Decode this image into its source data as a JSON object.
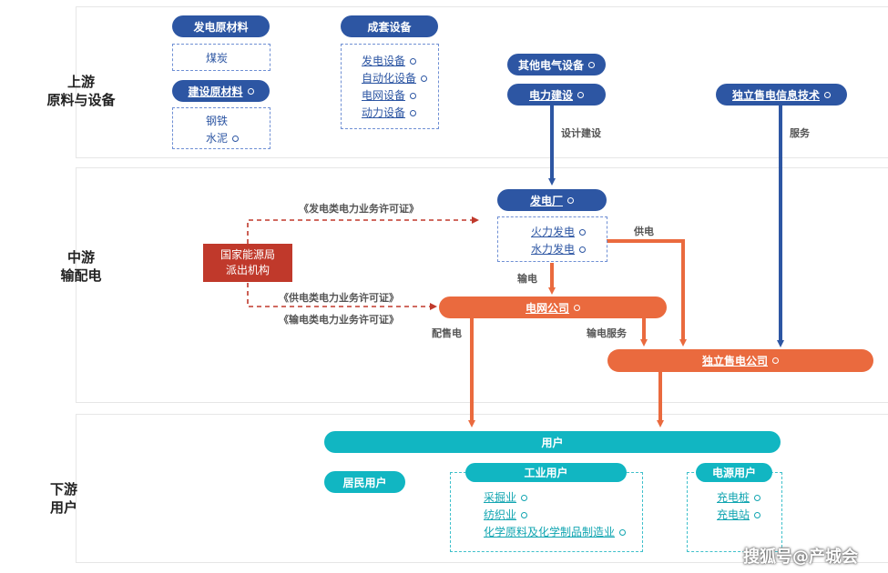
{
  "sections": {
    "upstream": [
      "上游",
      "原料与设备"
    ],
    "midstream": [
      "中游",
      "输配电"
    ],
    "downstream": [
      "下游",
      "用户"
    ]
  },
  "upstream": {
    "raw_power": "发电原材料",
    "coal": "煤炭",
    "construction_material": "建设原材料",
    "steel": "钢铁",
    "cement": "水泥",
    "complete_equipment": "成套设备",
    "equipment_items": [
      "发电设备",
      "自动化设备",
      "电网设备",
      "动力设备"
    ],
    "other_electrical": "其他电气设备",
    "power_construction": "电力建设",
    "independent_tech": "独立售电信息技术"
  },
  "midstream": {
    "power_plant": "发电厂",
    "plant_items": [
      "火力发电",
      "水力发电"
    ],
    "grid_company": "电网公司",
    "independent_seller": "独立售电公司",
    "agency": [
      "国家能源局",
      "派出机构"
    ],
    "license_generation": "《发电类电力业务许可证》",
    "license_supply": "《供电类电力业务许可证》",
    "license_transmission": "《输电类电力业务许可证》"
  },
  "edges": {
    "design_build": "设计建设",
    "service": "服务",
    "supply": "供电",
    "transmit": "输电",
    "distribute_sell": "配售电",
    "transmission_service": "输电服务"
  },
  "downstream": {
    "users": "用户",
    "residential": "居民用户",
    "industrial": "工业用户",
    "industrial_items": [
      "采掘业",
      "纺织业",
      "化学原料及化学制品制造业"
    ],
    "ev_users": "电源用户",
    "ev_items": [
      "充电桩",
      "充电站"
    ]
  },
  "watermark": "搜狐号@产城会",
  "colors": {
    "blue": "#2d56a3",
    "orange": "#ea6a3e",
    "teal": "#11b6c2",
    "red": "#c0392b"
  }
}
